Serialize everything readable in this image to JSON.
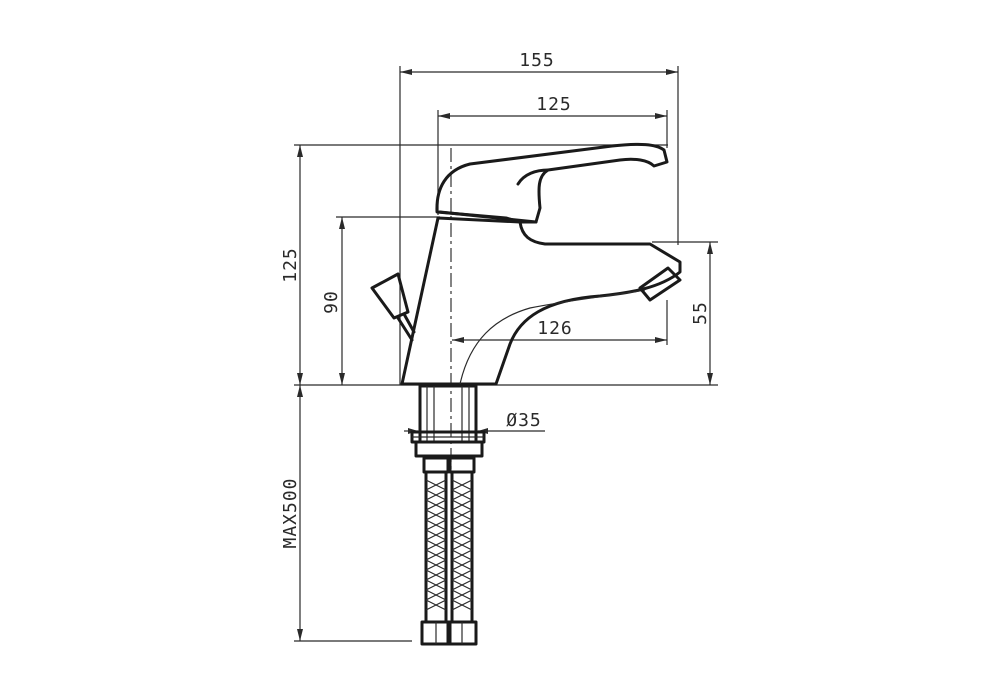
{
  "dimensions": {
    "overall_width": "155",
    "lever_length": "125",
    "overall_height": "125",
    "lever_pivot_height": "90",
    "spout_reach": "126",
    "spout_height": "55",
    "shank_diameter": "Ø35",
    "hose_length": "MAX500"
  }
}
